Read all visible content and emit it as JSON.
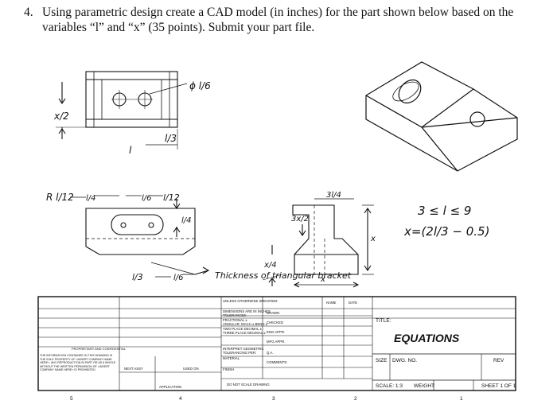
{
  "question": {
    "number": "4.",
    "text": "Using parametric design create a CAD model (in inches) for the part shown below based on the variables “l” and “x” (35 points). Submit your part file."
  },
  "sketch": {
    "dim_x_half": "x/2",
    "dim_l": "l",
    "dim_l_third": "l/3",
    "dim_dia": "ϕ l/6",
    "dim_radius": "R l/12",
    "dim_l_over_4": "l/4",
    "dim_l_over_6": "l/6",
    "dim_l_over_12": "l/12",
    "dim_l_over_3_front": "l/3",
    "dim_thickness_note": "Thickness of triangular bracket",
    "dim_x_over_4": "x/4",
    "dim_3x_over_2": "3x/2",
    "dim_x_side": "x",
    "dim_x_bottom": "x",
    "dim_3l_over_4": "3l/4",
    "eq1": "3 ≤ l ≤ 9",
    "eq2": "x=(2l/3 − 0.5)"
  },
  "titleblock": {
    "unless": "UNLESS OTHERWISE SPECIFIED:",
    "dims_in": "DIMENSIONS ARE IN INCHES",
    "tolerances": "TOLERANCES:",
    "fractional": "FRACTIONAL ±",
    "angular": "ANGULAR: MACH ±  BEND ±",
    "two_place": "TWO PLACE DECIMAL  ±",
    "three_place": "THREE PLACE DECIMAL  ±",
    "interpret": "INTERPRET GEOMETRIC",
    "tolerancing": "TOLERANCING PER:",
    "material": "MATERIAL",
    "finish": "FINISH",
    "do_not_scale": "DO NOT SCALE DRAWING",
    "drawn": "DRAWN",
    "checked": "CHECKED",
    "eng_appr": "ENG APPR.",
    "mfg_appr": "MFG APPR.",
    "qa": "Q.A.",
    "comments": "COMMENTS:",
    "name": "NAME",
    "date": "DATE",
    "title_label": "TITLE:",
    "title": "EQUATIONS",
    "size": "SIZE",
    "dwg_no": "DWG. NO.",
    "rev": "REV",
    "scale": "SCALE: 1:3",
    "weight": "WEIGHT:",
    "sheet": "SHEET 1 OF 1",
    "next_assy": "NEXT ASSY",
    "used_on": "USED ON",
    "application": "APPLICATION",
    "proprietary": "PROPRIETARY AND CONFIDENTIAL",
    "prop_text": "THE INFORMATION CONTAINED IN THIS DRAWING IS THE SOLE PROPERTY OF <INSERT COMPANY NAME HERE>. ANY REPRODUCTION IN PART OR AS A WHOLE WITHOUT THE WRITTEN PERMISSION OF <INSERT COMPANY NAME HERE> IS PROHIBITED.",
    "zone5": "5",
    "zone4": "4",
    "zone3": "3",
    "zone2": "2",
    "zone1": "1"
  }
}
